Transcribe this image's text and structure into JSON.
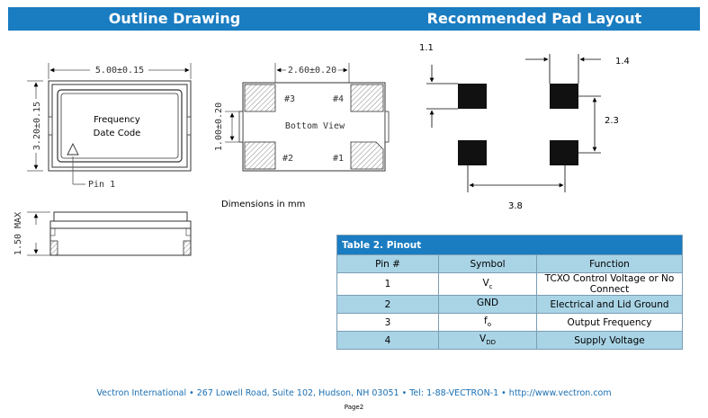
{
  "headers": {
    "left": "Outline Drawing",
    "right": "Recommended Pad Layout"
  },
  "outline": {
    "width_dim": "5.00±0.15",
    "height_dim": "3.20±0.15",
    "label_line1": "Frequency",
    "label_line2": "Date Code",
    "pin1": "Pin 1",
    "side_height": "1.50 MAX"
  },
  "bottom_view": {
    "width_dim": "2.60±0.20",
    "height_dim": "1.00±0.20",
    "label": "Bottom View",
    "pins": [
      "#3",
      "#4",
      "#2",
      "#1"
    ]
  },
  "dimensions_note": "Dimensions in mm",
  "pad_layout": {
    "dim_pad_height": "1.1",
    "dim_pad_width": "1.4",
    "dim_pitch_vertical": "2.3",
    "dim_pitch_horizontal": "3.8"
  },
  "pinout_table": {
    "title": "Table 2. Pinout",
    "columns": [
      "Pin #",
      "Symbol",
      "Function"
    ],
    "rows": [
      {
        "pin": "1",
        "sym": "V",
        "sub": "c",
        "func": "TCXO Control Voltage or No Connect"
      },
      {
        "pin": "2",
        "sym": "GND",
        "sub": "",
        "func": "Electrical and Lid Ground"
      },
      {
        "pin": "3",
        "sym": "f",
        "sub": "o",
        "func": "Output Frequency"
      },
      {
        "pin": "4",
        "sym": "V",
        "sub": "DD",
        "func": "Supply Voltage"
      }
    ]
  },
  "footer": "Vectron International • 267 Lowell Road, Suite 102, Hudson, NH 03051 • Tel: 1-88-VECTRON-1 • http://www.vectron.com",
  "page": "Page2",
  "colors": {
    "banner": "#1a7cc1",
    "table_shade": "#a9d4e6"
  }
}
